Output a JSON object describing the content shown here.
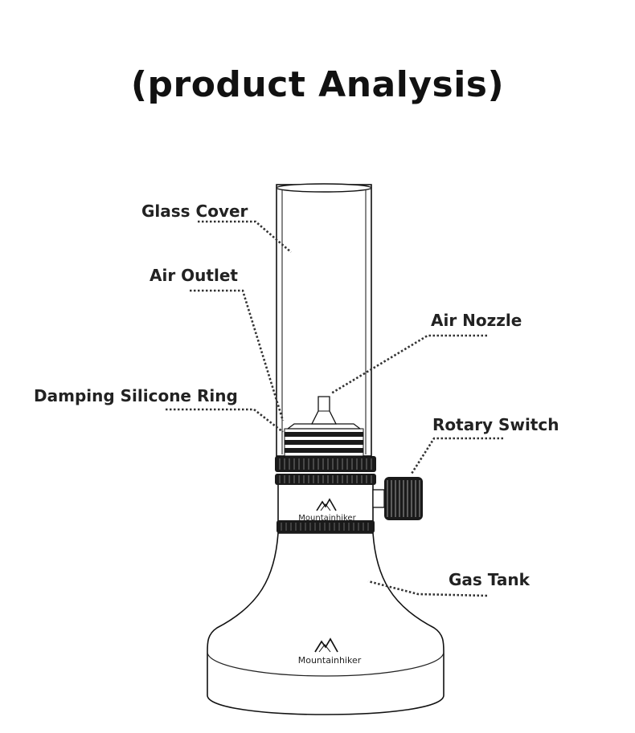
{
  "title": "(product Analysis)",
  "labels": {
    "glass_cover": "Glass Cover",
    "air_outlet": "Air Outlet",
    "air_nozzle": "Air Nozzle",
    "damping_ring": "Damping Silicone Ring",
    "rotary_switch": "Rotary Switch",
    "gas_tank": "Gas Tank"
  },
  "brand": {
    "collar_logo_text": "Mountainhiker",
    "base_logo_text": "Mountainhiker"
  }
}
